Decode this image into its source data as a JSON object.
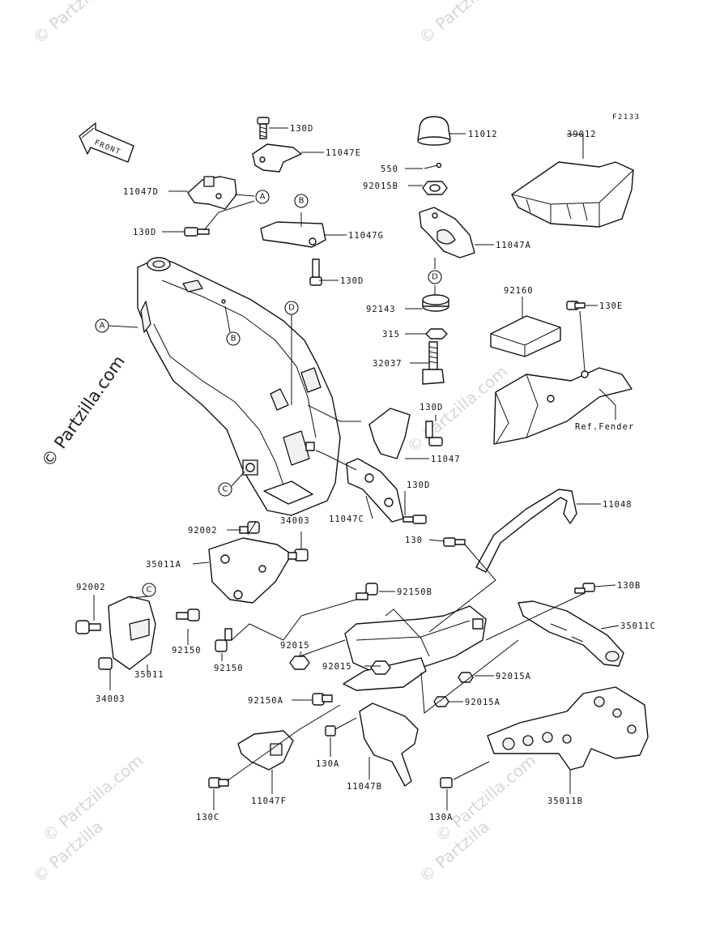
{
  "figure_code": "F2133",
  "front_label": "FRONT",
  "ref_fender": "Ref.Fender",
  "watermarks": {
    "corner": "© Partzilla",
    "diagonal": "© Partzilla.com"
  },
  "callouts": [
    "A",
    "B",
    "C",
    "D"
  ],
  "parts": [
    "130D",
    "11047E",
    "11047D",
    "130D",
    "11047G",
    "130D",
    "11012",
    "39012",
    "550",
    "92015B",
    "11047A",
    "92143",
    "315",
    "32037",
    "92160",
    "130E",
    "130D",
    "11047",
    "130D",
    "11047C",
    "11048",
    "130",
    "92002",
    "34003",
    "35011A",
    "92002",
    "35011",
    "92150",
    "92150",
    "34003",
    "92150B",
    "130B",
    "35011C",
    "92015",
    "92015",
    "92015A",
    "92150A",
    "92015A",
    "130A",
    "11047B",
    "130C",
    "11047F",
    "130A",
    "35011B"
  ]
}
